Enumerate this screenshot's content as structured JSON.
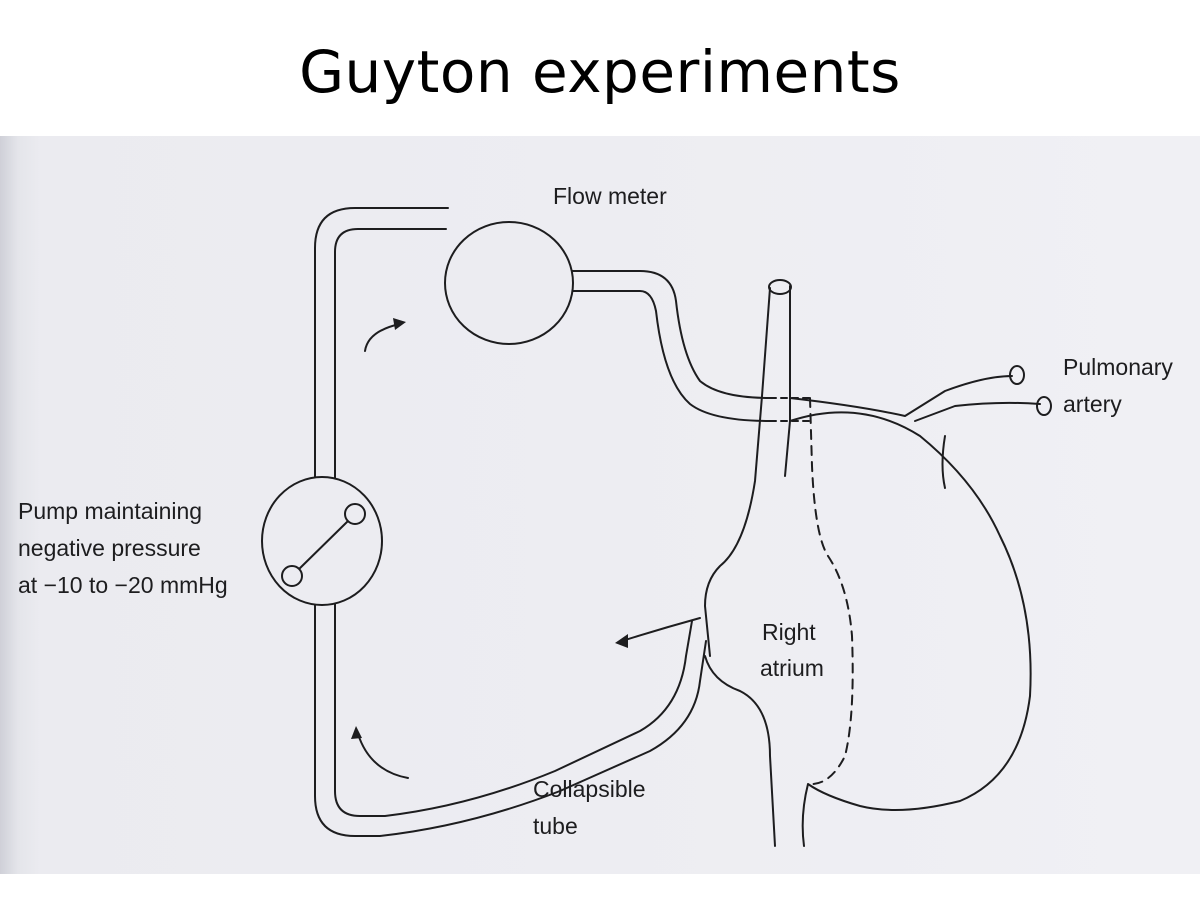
{
  "title": "Guyton experiments",
  "diagram": {
    "labels": {
      "flow_meter": "Flow meter",
      "pulmonary_1": "Pulmonary",
      "pulmonary_2": "artery",
      "pump_1": "Pump maintaining",
      "pump_2": "negative pressure",
      "pump_3": "at −10 to −20 mmHg",
      "right_1": "Right",
      "right_2": "atrium",
      "tube_1": "Collapsible",
      "tube_2": "tube"
    },
    "colors": {
      "ink": "#1d1d1f",
      "paper": "#ececf1",
      "background": "#ffffff"
    }
  }
}
